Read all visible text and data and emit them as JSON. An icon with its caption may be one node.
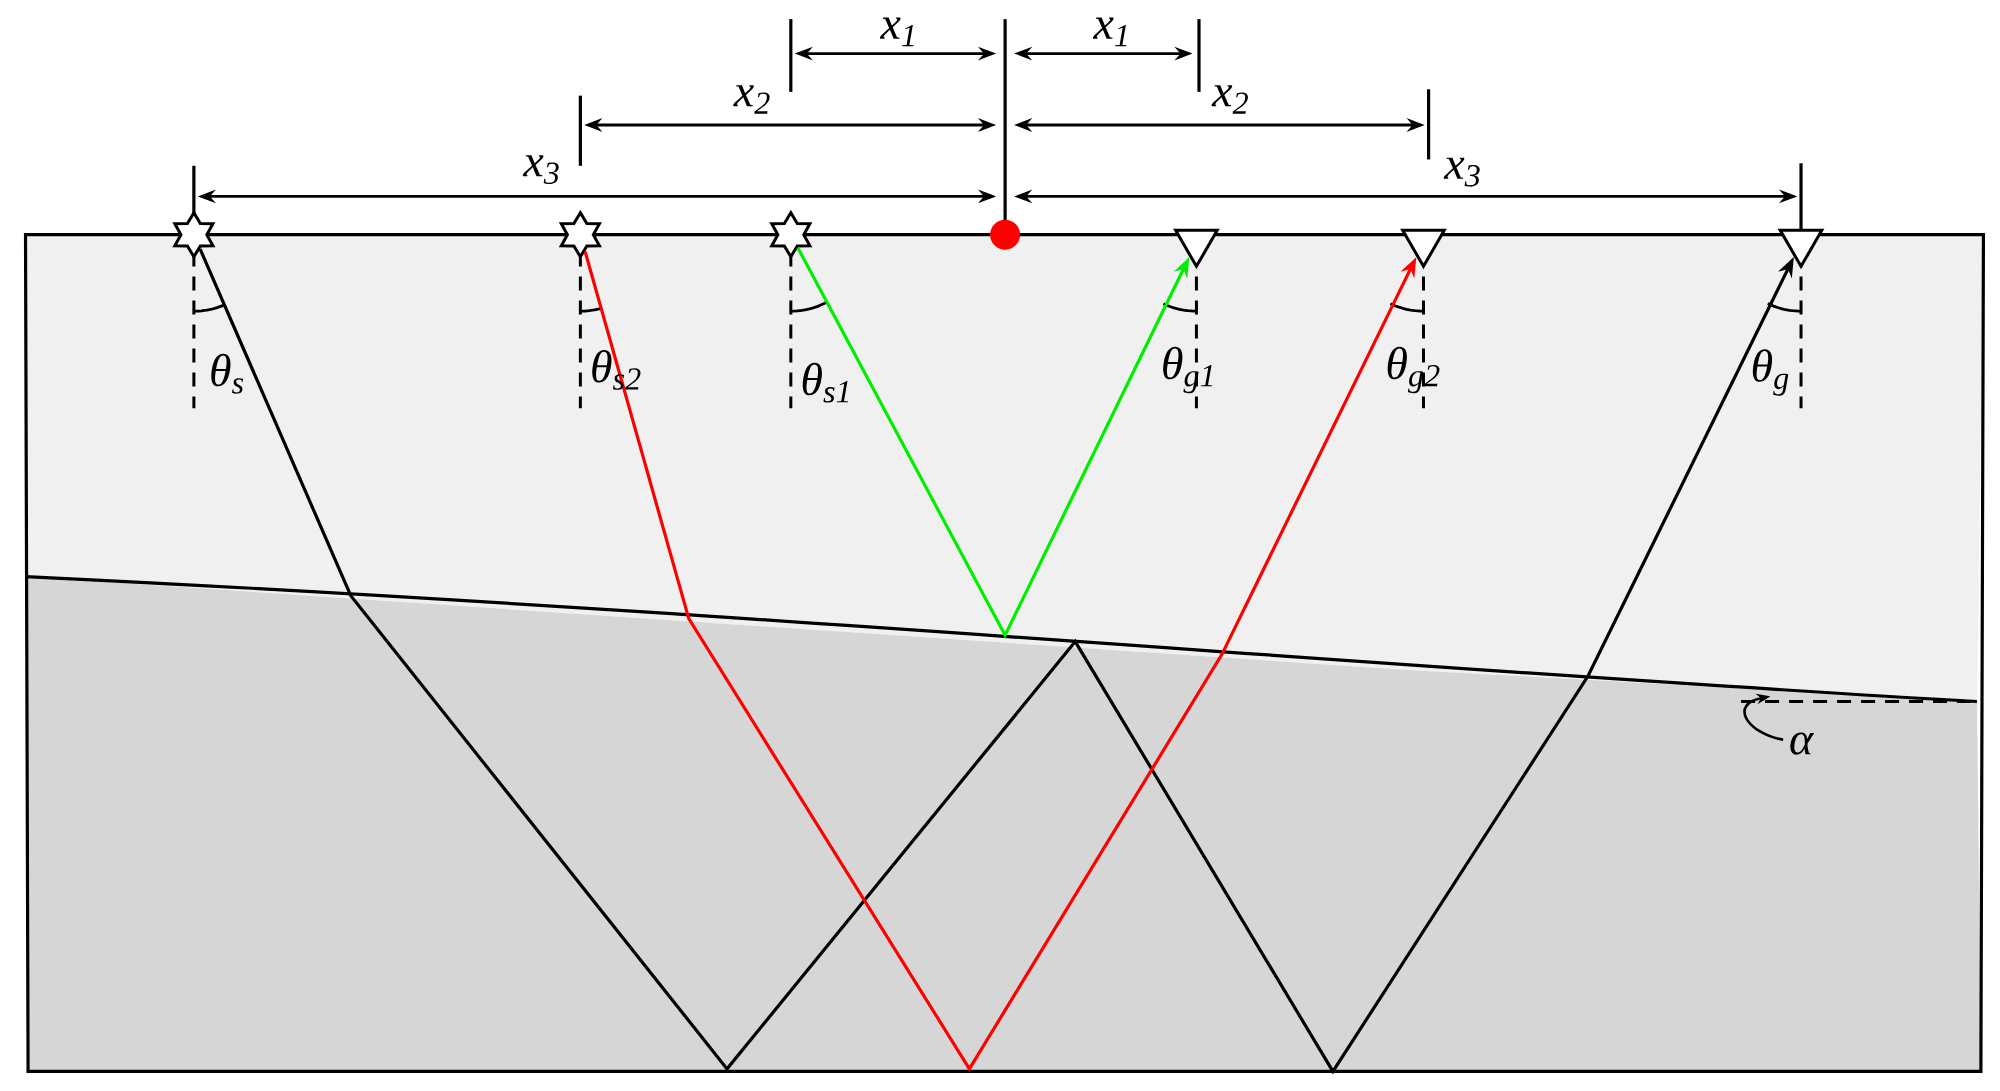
{
  "diagram": {
    "nodes": [
      {
        "text": [],
        "shape": "star"
      },
      {
        "text": [],
        "shape": "star"
      },
      {
        "text": [],
        "shape": "star"
      },
      {
        "text": [],
        "shape": "circle"
      },
      {
        "text": [],
        "shape": "triangle"
      },
      {
        "text": [],
        "shape": "triangle"
      },
      {
        "text": [],
        "shape": "triangle"
      }
    ],
    "edges": [
      {
        "from": 0,
        "to": 6,
        "arrow": "to"
      },
      {
        "from": 1,
        "to": 5,
        "arrow": "to",
        "color": "#ff0000"
      },
      {
        "from": 2,
        "to": 4,
        "arrow": "to",
        "color": "#00ee00"
      }
    ],
    "labels": [
      "x$_{1}$",
      "x$_{1}$",
      "x$_{2}$",
      "x$_{2}$",
      "x$_{3}$",
      "x$_{3}$",
      "θ$_{s}$",
      "θ$_{s2}$",
      "θ$_{s1}$",
      "θ$_{g1}$",
      "θ$_{g2}$",
      "θ$_{g}$",
      "α"
    ]
  }
}
